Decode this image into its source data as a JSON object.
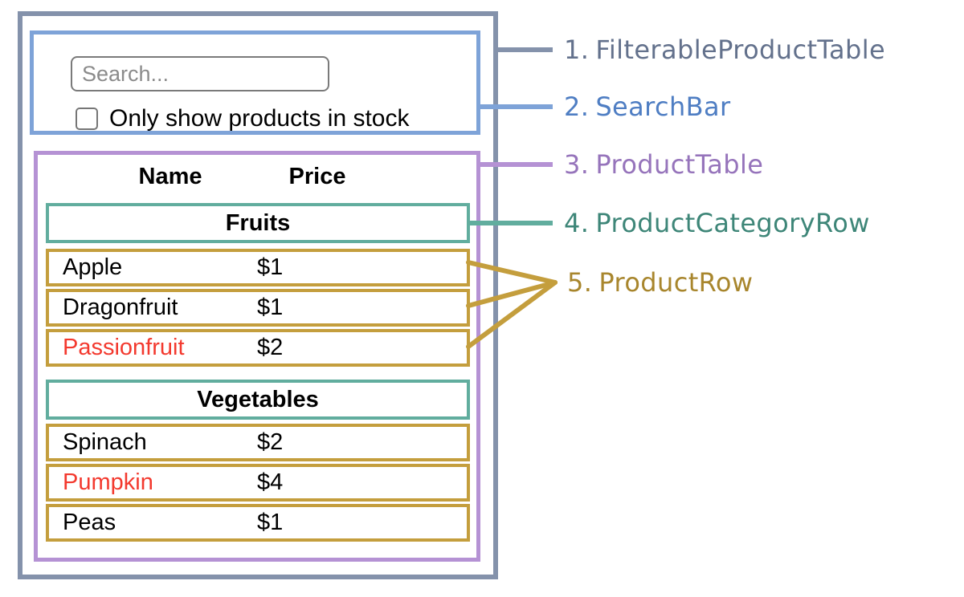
{
  "diagram": {
    "title_labels": [
      {
        "number": "1.",
        "name": "FilterableProductTable",
        "text_color": "#63718c"
      },
      {
        "number": "2.",
        "name": "SearchBar",
        "text_color": "#4f7ec3"
      },
      {
        "number": "3.",
        "name": "ProductTable",
        "text_color": "#9674bb"
      },
      {
        "number": "4.",
        "name": "ProductCategoryRow",
        "text_color": "#3e8678"
      },
      {
        "number": "5.",
        "name": "ProductRow",
        "text_color": "#a8862d"
      }
    ],
    "search_bar": {
      "placeholder": "Search...",
      "checkbox_label": "Only show products in stock",
      "checkbox_checked": false
    },
    "product_table": {
      "headers": [
        "Name",
        "Price"
      ],
      "sections": [
        {
          "category": "Fruits",
          "rows": [
            {
              "name": "Apple",
              "price": "$1",
              "name_color": "#000000"
            },
            {
              "name": "Dragonfruit",
              "price": "$1",
              "name_color": "#000000"
            },
            {
              "name": "Passionfruit",
              "price": "$2",
              "name_color": "#f3392e"
            }
          ]
        },
        {
          "category": "Vegetables",
          "rows": [
            {
              "name": "Spinach",
              "price": "$2",
              "name_color": "#000000"
            },
            {
              "name": "Pumpkin",
              "price": "$4",
              "name_color": "#f3392e"
            },
            {
              "name": "Peas",
              "price": "$1",
              "name_color": "#000000"
            }
          ]
        }
      ]
    },
    "colors": {
      "outer_border": "#8492ab",
      "search_border": "#7ea3d8",
      "table_border": "#b592d4",
      "category_border": "#61ad9e",
      "row_border": "#c49e3d",
      "out_of_stock_text": "#f3392e"
    }
  }
}
